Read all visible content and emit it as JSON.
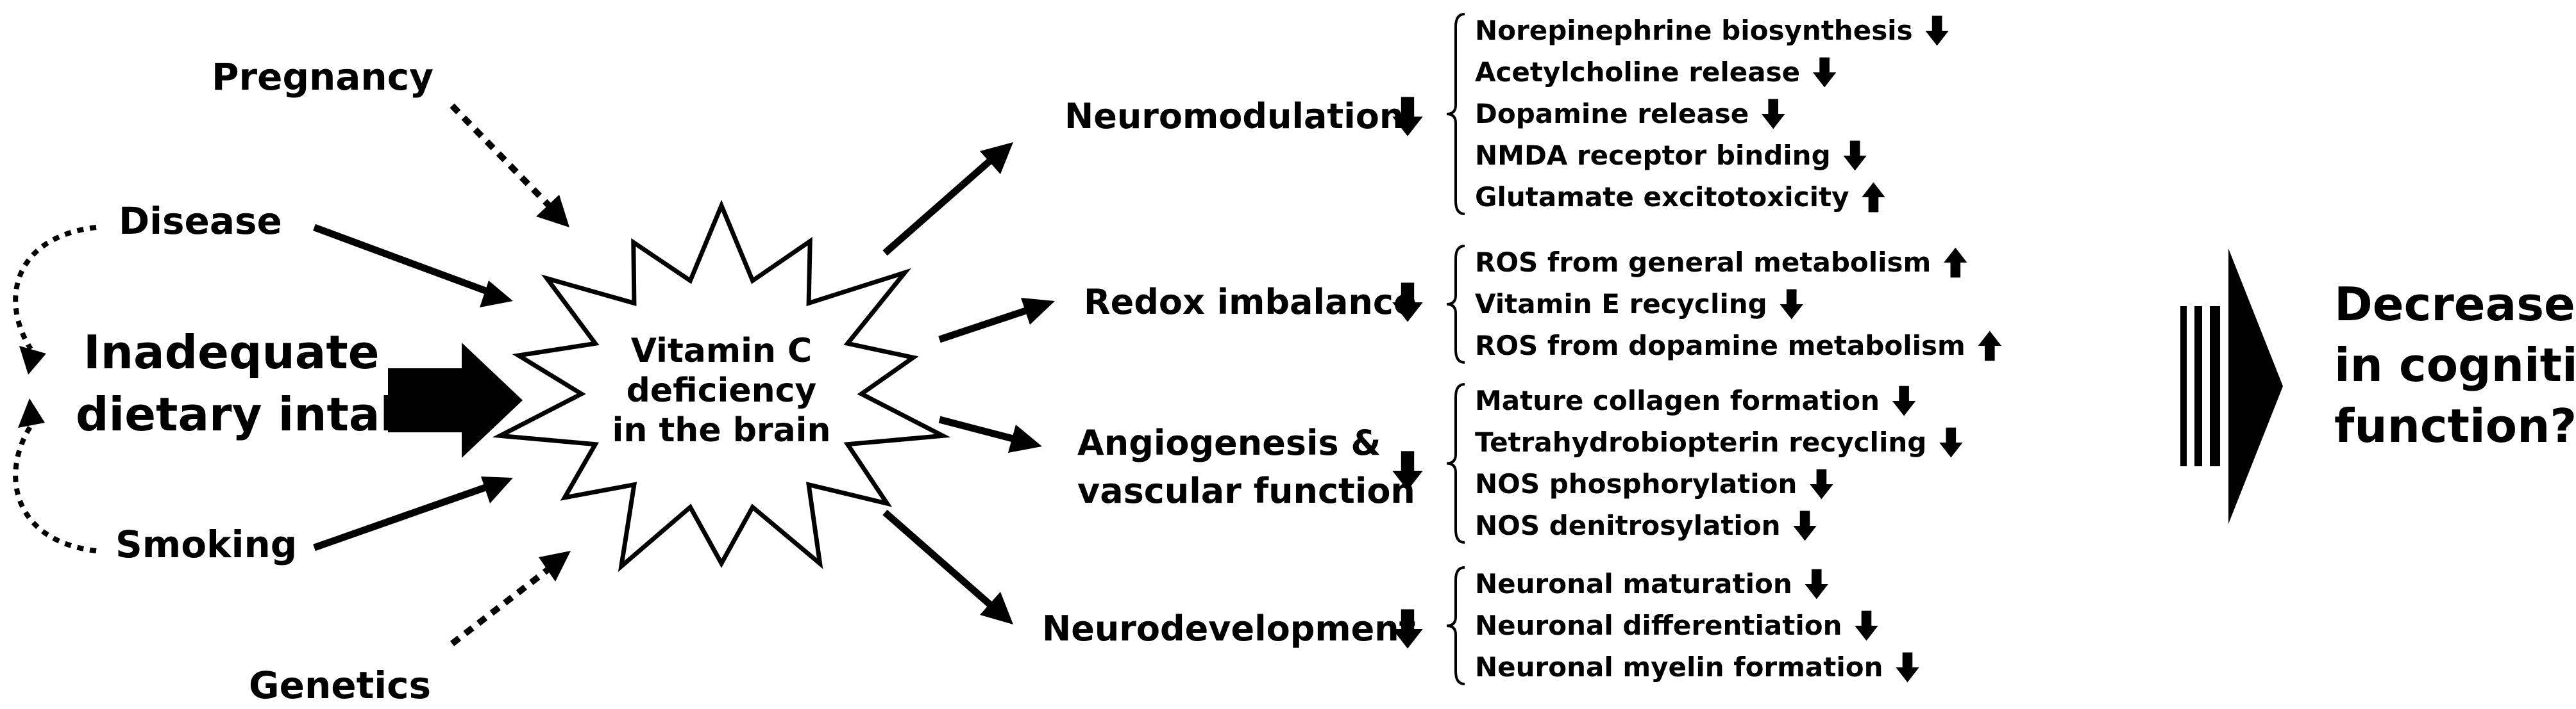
{
  "causes": {
    "pregnancy": "Pregnancy",
    "disease": "Disease",
    "intake_line1": "Inadequate",
    "intake_line2": "dietary intake",
    "smoking": "Smoking",
    "genetics": "Genetics"
  },
  "center": {
    "line1": "Vitamin C",
    "line2": "deficiency",
    "line3": "in the brain"
  },
  "categories": [
    {
      "label_lines": [
        "Neuromodulation"
      ],
      "direction": "down",
      "items": [
        {
          "text": "Norepinephrine biosynthesis",
          "direction": "down"
        },
        {
          "text": "Acetylcholine release",
          "direction": "down"
        },
        {
          "text": "Dopamine release",
          "direction": "down"
        },
        {
          "text": "NMDA receptor binding",
          "direction": "down"
        },
        {
          "text": "Glutamate excitotoxicity",
          "direction": "up"
        }
      ]
    },
    {
      "label_lines": [
        "Redox imbalance"
      ],
      "direction": "down",
      "items": [
        {
          "text": "ROS from general metabolism",
          "direction": "up"
        },
        {
          "text": "Vitamin E recycling",
          "direction": "down"
        },
        {
          "text": "ROS from dopamine metabolism",
          "direction": "up"
        }
      ]
    },
    {
      "label_lines": [
        "Angiogenesis &",
        "vascular function"
      ],
      "direction": "down",
      "items": [
        {
          "text": "Mature collagen formation",
          "direction": "down"
        },
        {
          "text": "Tetrahydrobiopterin recycling",
          "direction": "down"
        },
        {
          "text": "NOS phosphorylation",
          "direction": "down"
        },
        {
          "text": "NOS denitrosylation",
          "direction": "down"
        }
      ]
    },
    {
      "label_lines": [
        "Neurodevelopment"
      ],
      "direction": "down",
      "items": [
        {
          "text": "Neuronal maturation",
          "direction": "down"
        },
        {
          "text": "Neuronal differentiation",
          "direction": "down"
        },
        {
          "text": "Neuronal myelin formation",
          "direction": "down"
        }
      ]
    }
  ],
  "outcome": {
    "line1": "Decrease",
    "line2": "in cognitive",
    "line3": "function?"
  }
}
